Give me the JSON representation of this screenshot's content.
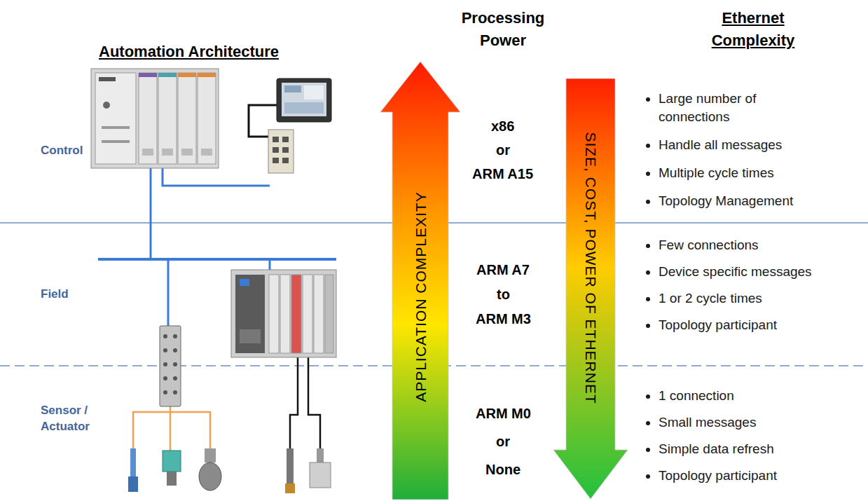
{
  "diagram": {
    "nodes": [
      {
        "text": [
          "APPLICATION COMPLEXITY"
        ]
      },
      {
        "text": [
          "SIZE, COST, POWER OF ETHERNET"
        ]
      }
    ],
    "labels": [
      "Automation Architecture",
      "Processing Power",
      "Ethernet Complexity",
      "Control",
      "x86",
      "or",
      "ARM A15",
      "Large number of connections",
      "Handle all messages",
      "Multiple cycle times",
      "Topology Management",
      "Field",
      "ARM A7",
      "to",
      "ARM M3",
      "Few connections",
      "Device specific messages",
      "1 or 2 cycle times",
      "Topology participant",
      "Sensor / Actuator",
      "ARM M0",
      "or",
      "None",
      "1 connection",
      "Small messages",
      "Simple data refresh",
      "Topology participant"
    ]
  }
}
